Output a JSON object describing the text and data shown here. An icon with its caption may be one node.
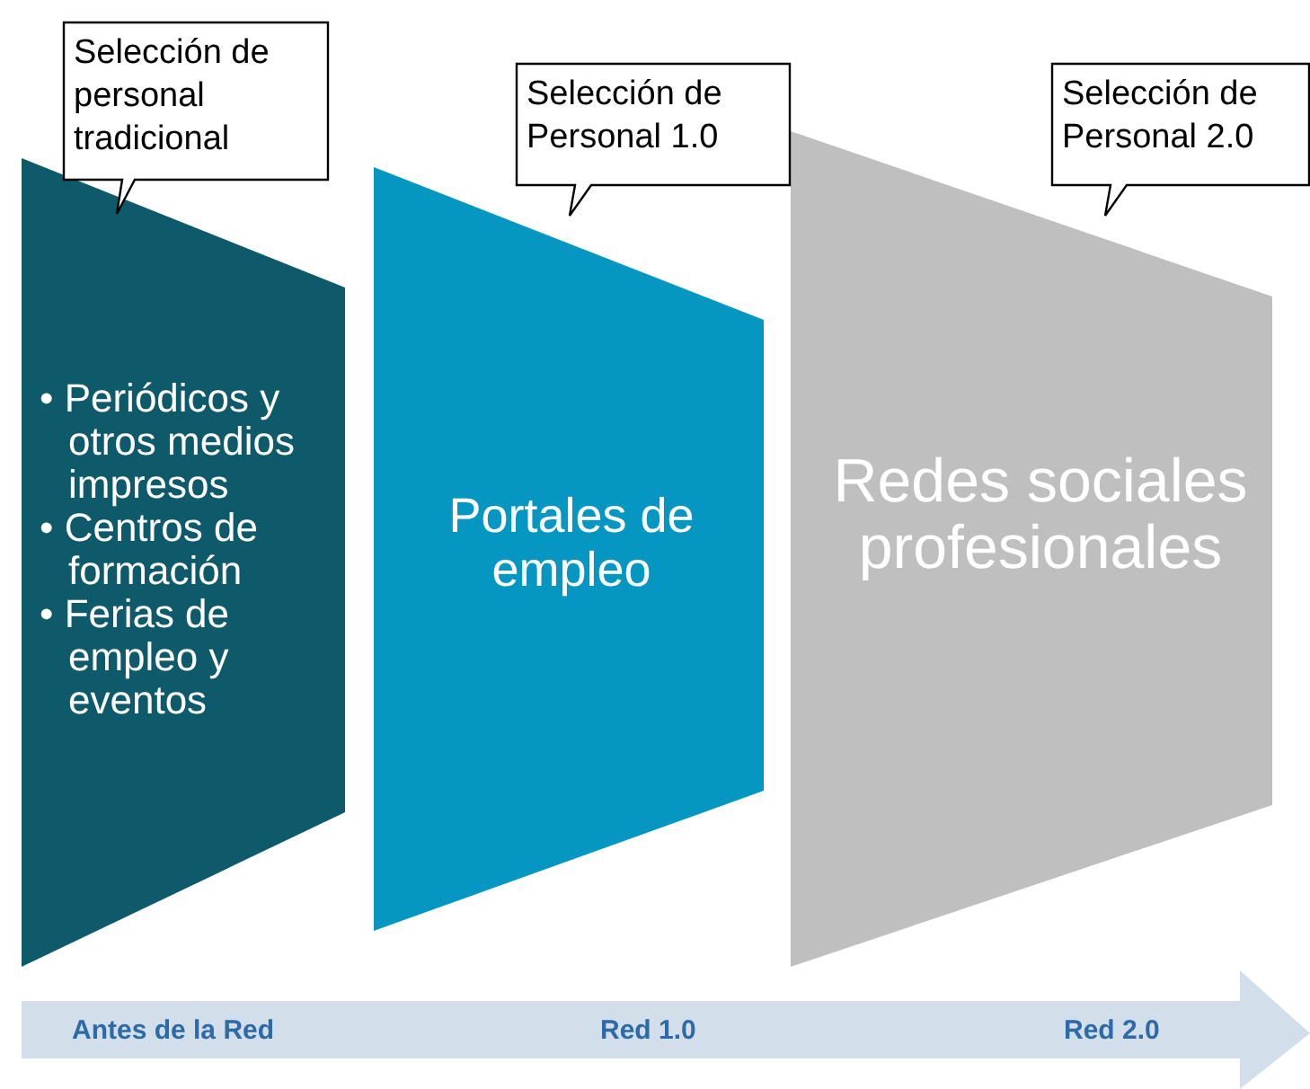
{
  "diagram": {
    "nodes": [
      {
        "text": [
          "Selección de personal tradicional"
        ]
      },
      {
        "text": [
          "• Periódicos y otros medios impresos",
          "• Centros de formación",
          "• Ferias de empleo y eventos"
        ]
      },
      {
        "text": [
          "Selección de Personal 1.0"
        ]
      },
      {
        "text": [
          "Portales de empleo"
        ]
      },
      {
        "text": [
          "Selección de Personal 2.0"
        ]
      },
      {
        "text": [
          "Redes sociales profesionales"
        ]
      },
      {
        "text": [
          "Antes de la Red",
          "Red 1.0",
          "Red 2.0"
        ]
      }
    ]
  }
}
